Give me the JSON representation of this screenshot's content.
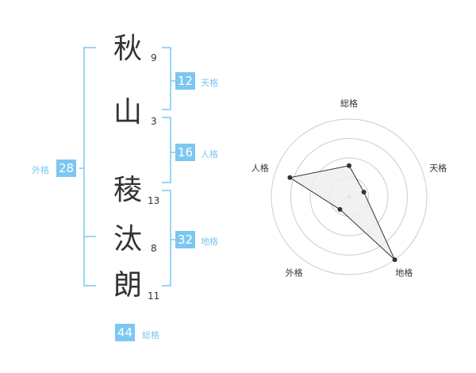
{
  "name_chars": [
    {
      "char": "秋",
      "strokes": "9"
    },
    {
      "char": "山",
      "strokes": "3"
    },
    {
      "char": "稜",
      "strokes": "13"
    },
    {
      "char": "汰",
      "strokes": "8"
    },
    {
      "char": "朗",
      "strokes": "11"
    }
  ],
  "fortune": {
    "tenkaku": {
      "value": "12",
      "label": "天格"
    },
    "jinkaku": {
      "value": "16",
      "label": "人格"
    },
    "chikaku": {
      "value": "32",
      "label": "地格"
    },
    "gaikaku": {
      "value": "28",
      "label": "外格"
    },
    "soukaku": {
      "value": "44",
      "label": "総格"
    }
  },
  "chart_data": {
    "type": "radar",
    "axes": [
      "総格",
      "天格",
      "地格",
      "外格",
      "人格"
    ],
    "values": [
      2,
      1,
      5,
      1,
      4
    ],
    "max": 5,
    "rings": 4,
    "colors": {
      "bracket": "#7cc7f2",
      "badge": "#7cc7f2",
      "grid": "#cccccc",
      "line": "#333333",
      "fill": "#eeeeee"
    }
  }
}
